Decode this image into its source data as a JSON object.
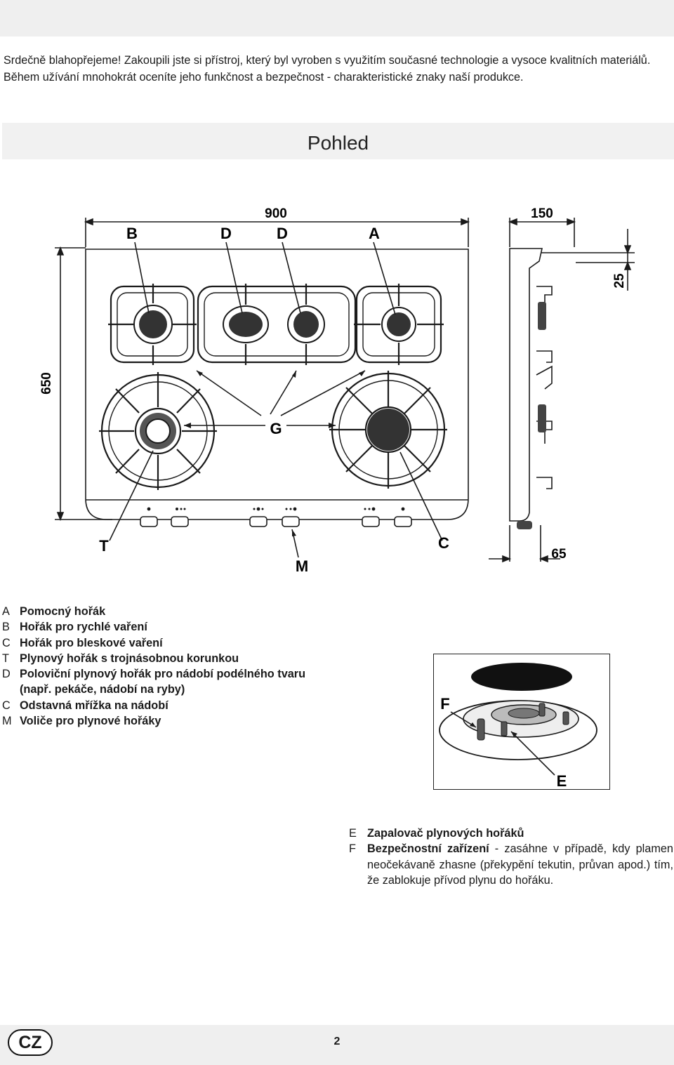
{
  "intro": "Srdečně blahopřejeme! Zakoupili jste si přístroj, který byl vyroben s využitím současné technologie a vysoce kvalitních materiálů. Během užívání mnohokrát oceníte jeho funkčnost a bezpečnost - charakteristické znaky naší produkce.",
  "section_title": "Pohled",
  "diagram": {
    "dim_width": "900",
    "dim_depth": "650",
    "dim_side_width": "150",
    "dim_top": "25",
    "dim_bottom": "65",
    "labels": {
      "b": "B",
      "d1": "D",
      "d2": "D",
      "a": "A",
      "g": "G",
      "t": "T",
      "c": "C",
      "m": "M"
    }
  },
  "legend": [
    {
      "key": "A",
      "text": "Pomocný hořák"
    },
    {
      "key": "B",
      "text": "Hořák pro rychlé vaření"
    },
    {
      "key": "C",
      "text": "Hořák pro bleskové vaření"
    },
    {
      "key": "T",
      "text": "Plynový hořák s trojnásobnou korunkou"
    },
    {
      "key": "D",
      "text": "Poloviční plynový hořák pro nádobí podélného tvaru (např. pekáče, nádobí na ryby)"
    },
    {
      "key": "C",
      "text": "Odstavná mřížka na nádobí"
    },
    {
      "key": "M",
      "text": "Voliče pro plynové hořáky"
    }
  ],
  "burner_labels": {
    "f": "F",
    "e": "E"
  },
  "legend2": [
    {
      "key": "E",
      "bold": "Zapalovač plynových hořáků",
      "rest": ""
    },
    {
      "key": "F",
      "bold": "Bezpečnostní zařízení",
      "rest": " - zasáhne v případě, kdy plamen neočekávaně zhasne (překypění tekutin, průvan apod.) tím, že zablokuje přívod plynu do hořáku."
    }
  ],
  "footer": {
    "lang": "CZ",
    "page": "2"
  }
}
